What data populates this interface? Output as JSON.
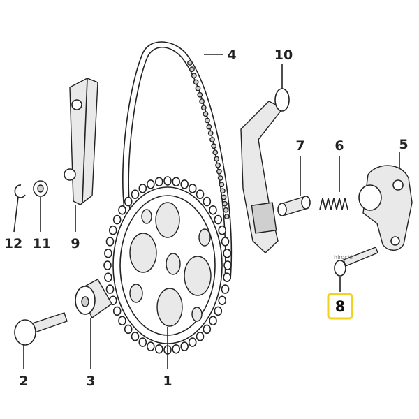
{
  "callouts": [
    {
      "id": "1",
      "label": "1"
    },
    {
      "id": "2",
      "label": "2"
    },
    {
      "id": "3",
      "label": "3"
    },
    {
      "id": "4",
      "label": "4"
    },
    {
      "id": "5",
      "label": "5"
    },
    {
      "id": "6",
      "label": "6"
    },
    {
      "id": "7",
      "label": "7"
    },
    {
      "id": "8",
      "label": "8",
      "highlighted": true
    },
    {
      "id": "9",
      "label": "9"
    },
    {
      "id": "10",
      "label": "10"
    },
    {
      "id": "11",
      "label": "11"
    },
    {
      "id": "12",
      "label": "12"
    }
  ],
  "highlight_color": "#f2d21b",
  "watermark": "hirochi"
}
